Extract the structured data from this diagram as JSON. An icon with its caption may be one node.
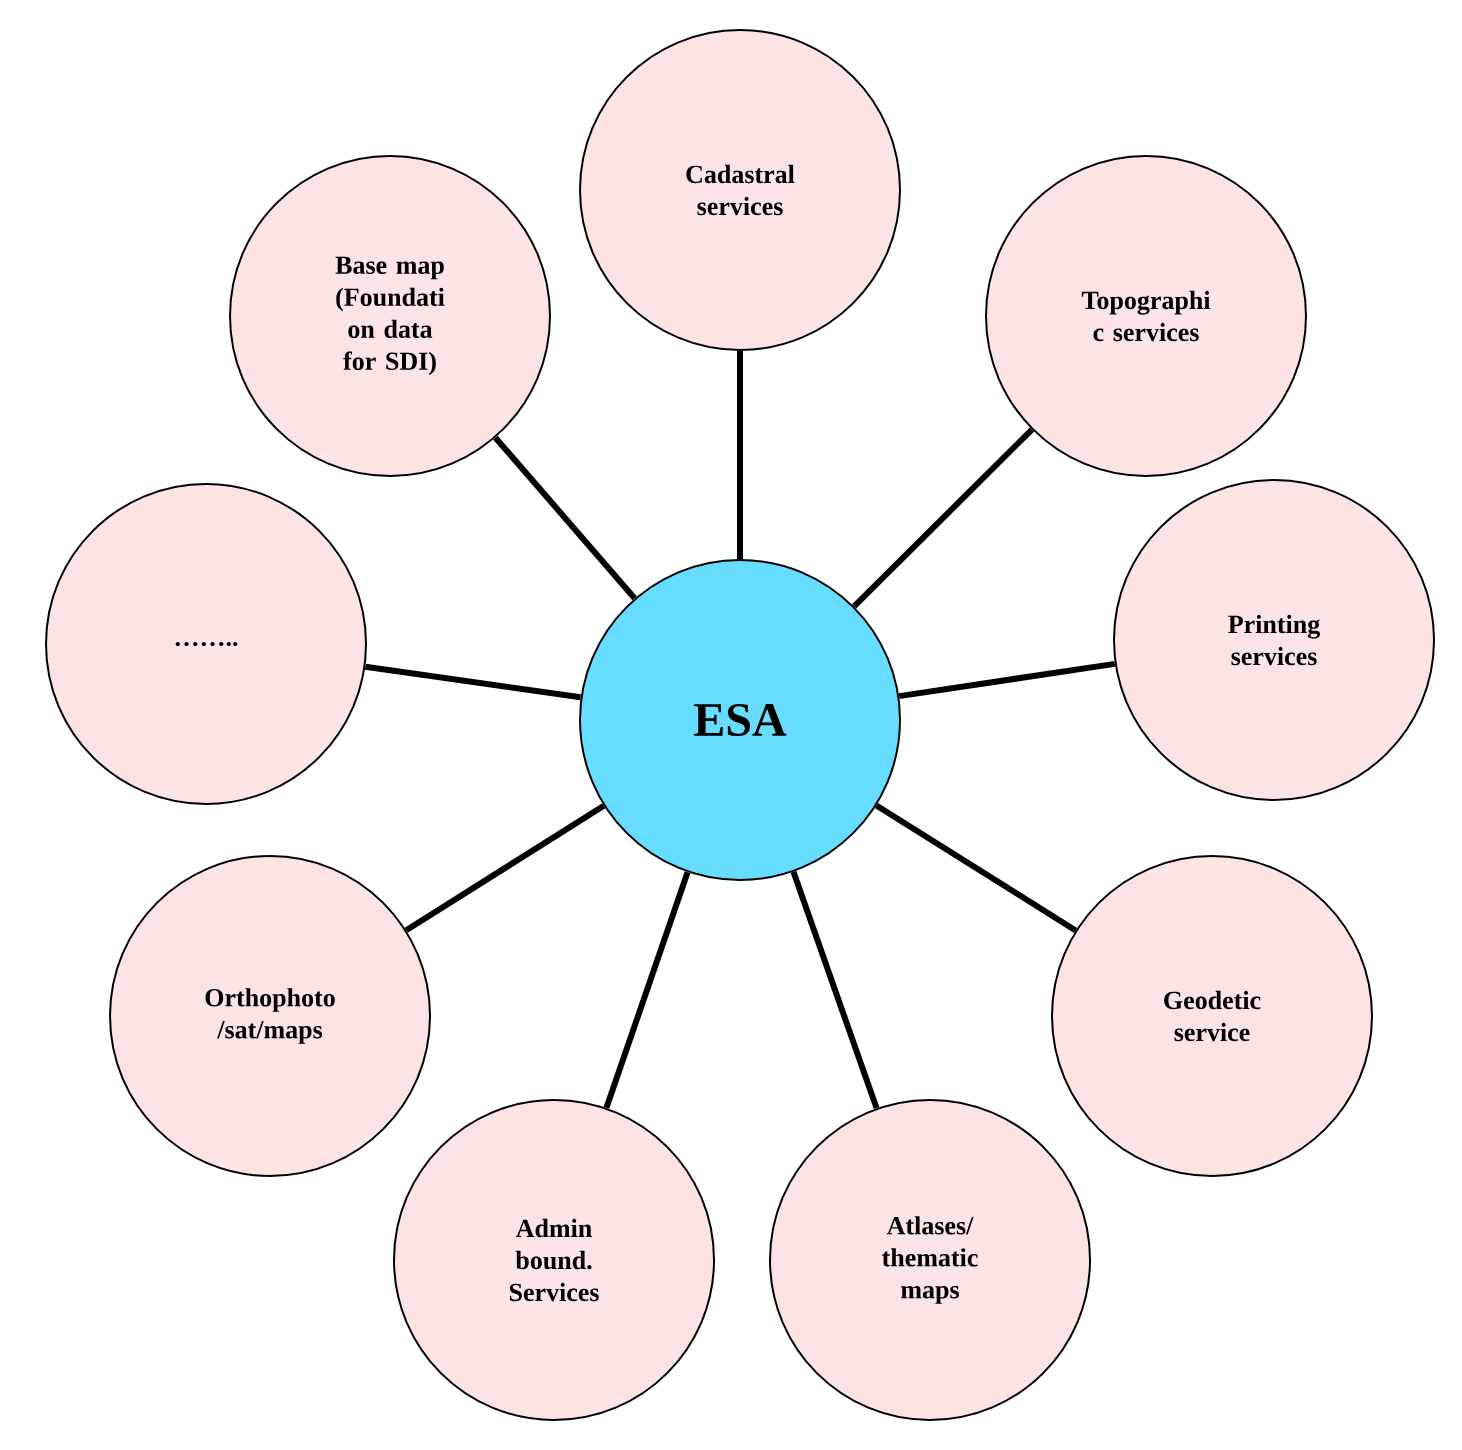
{
  "diagram": {
    "nodes": [
      {
        "text": [
          "Cadastral services"
        ]
      },
      {
        "text": [
          "Base map (Foundati on data for SDI)"
        ]
      },
      {
        "text": [
          "Topographi c services"
        ]
      },
      {
        "text": [
          "…….."
        ]
      },
      {
        "text": [
          "Printing services"
        ]
      },
      {
        "text": [
          "ESA"
        ]
      },
      {
        "text": [
          "Orthophoto /sat/maps"
        ]
      },
      {
        "text": [
          "Geodetic service"
        ]
      },
      {
        "text": [
          "Admin bound. Services"
        ]
      },
      {
        "text": [
          "Atlases/ thematic maps"
        ]
      }
    ],
    "edges": [
      {
        "from": 5,
        "to": 0,
        "arrow": "none"
      },
      {
        "from": 5,
        "to": 1,
        "arrow": "none"
      },
      {
        "from": 5,
        "to": 2,
        "arrow": "none"
      },
      {
        "from": 5,
        "to": 3,
        "arrow": "none"
      },
      {
        "from": 5,
        "to": 4,
        "arrow": "none"
      },
      {
        "from": 5,
        "to": 6,
        "arrow": "none"
      },
      {
        "from": 5,
        "to": 7,
        "arrow": "none"
      },
      {
        "from": 5,
        "to": 8,
        "arrow": "none"
      },
      {
        "from": 5,
        "to": 9,
        "arrow": "none"
      }
    ]
  }
}
